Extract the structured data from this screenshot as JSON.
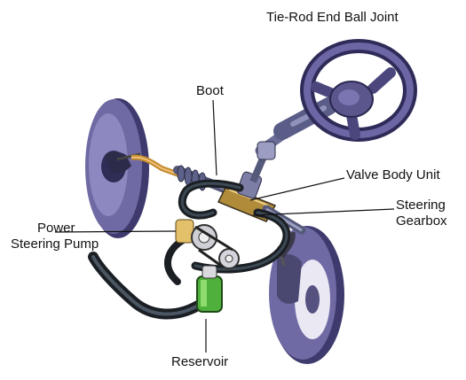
{
  "diagram": {
    "labels": {
      "tie_rod": "Tie-Rod End Ball Joint",
      "boot": "Boot",
      "valve_body": "Valve Body Unit",
      "steering_gearbox_1": "Steering",
      "steering_gearbox_2": "Gearbox",
      "power_pump_1": "Power",
      "power_pump_2": "Steering Pump",
      "reservoir": "Reservoir"
    },
    "colors": {
      "tire": "#6f6aa3",
      "tire_dark": "#3b3768",
      "hose": "#1b1f24",
      "reservoir_fluid": "#4fb03c",
      "rod": "#7d7fa6",
      "brass": "#d8a040"
    }
  }
}
